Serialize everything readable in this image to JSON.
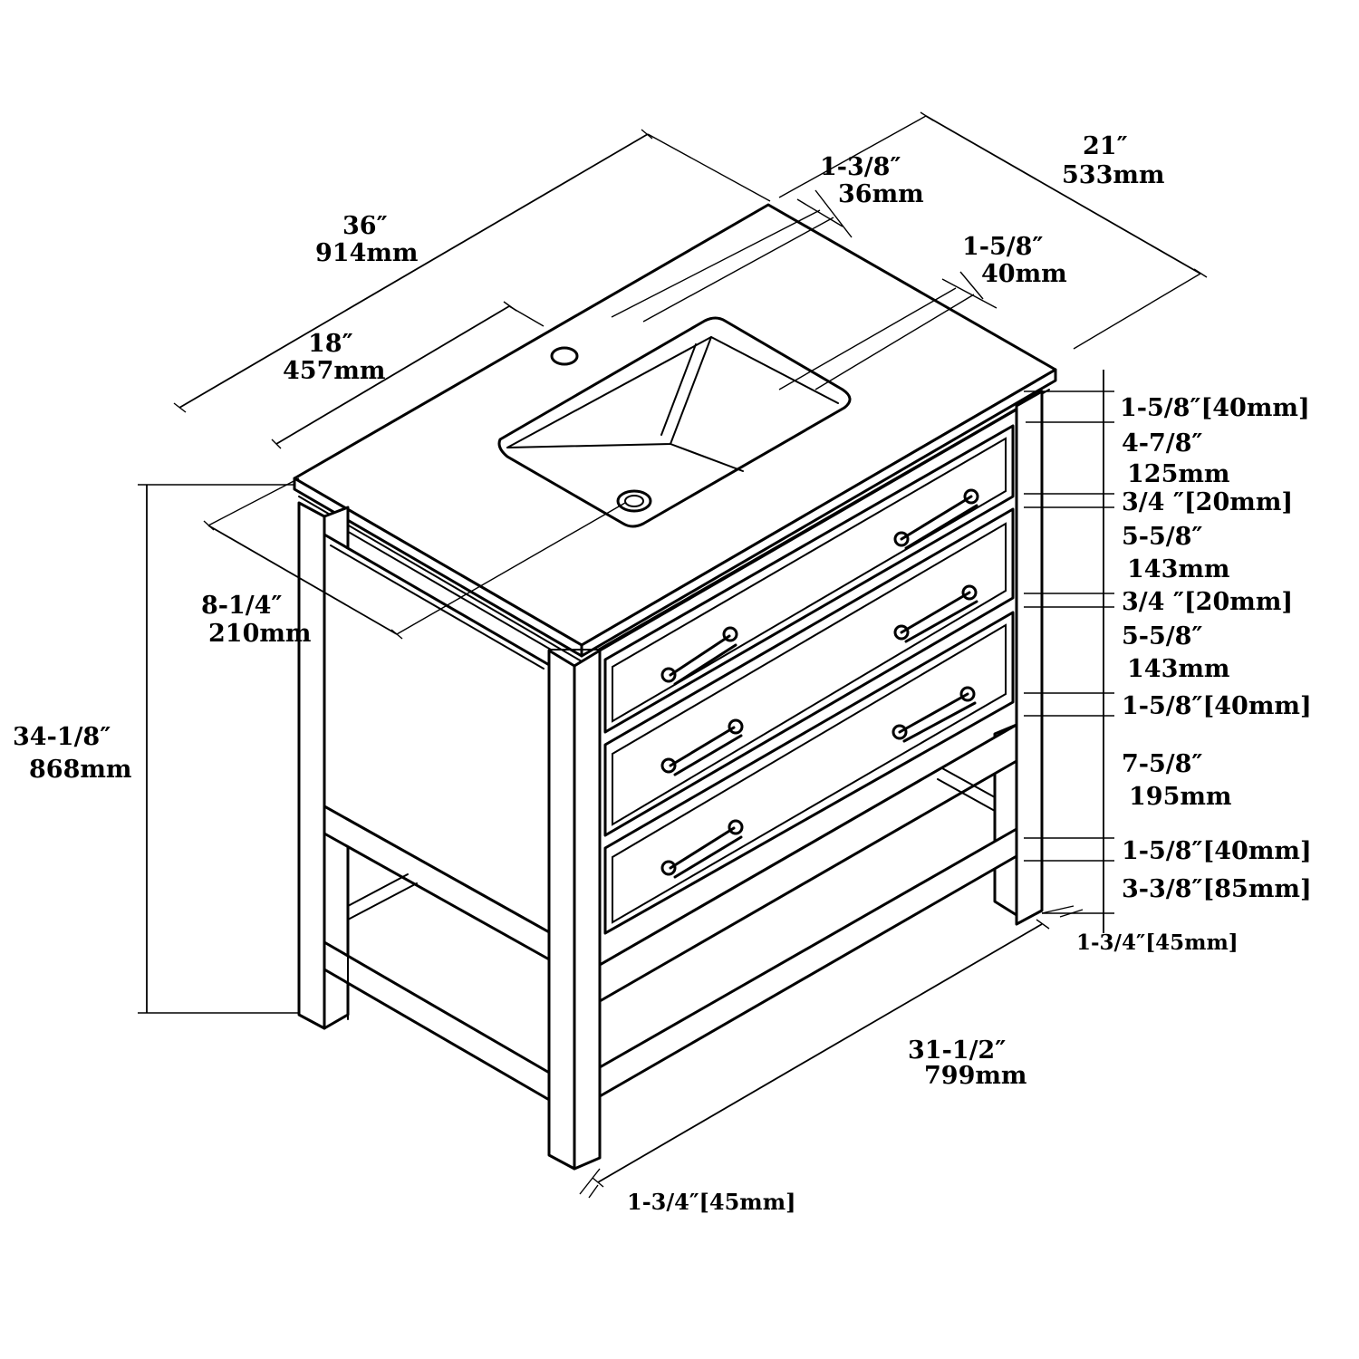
{
  "diagram": {
    "subject": "",
    "top_dimensions": {
      "width_in": "36″",
      "width_mm": "914mm",
      "depth_in": "21″",
      "depth_mm": "533mm",
      "faucet_center_in": "18″",
      "faucet_center_mm": "457mm",
      "faucet_offset_in": "1-3/8″",
      "faucet_offset_mm": "36mm",
      "edge_in": "1-5/8″",
      "edge_mm": "40mm",
      "drain_offset_in": "8-1/4″",
      "drain_offset_mm": "210mm"
    },
    "height": {
      "in": "34-1/8″",
      "mm": "868mm"
    },
    "vertical_stack": [
      {
        "id": "top",
        "text": "1-5/8″[40mm]"
      },
      {
        "id": "drawer1_in",
        "text": "4-7/8″"
      },
      {
        "id": "drawer1_mm",
        "text": "125mm"
      },
      {
        "id": "rail1",
        "text": "3/4 ″[20mm]"
      },
      {
        "id": "drawer2_in",
        "text": "5-5/8″"
      },
      {
        "id": "drawer2_mm",
        "text": "143mm"
      },
      {
        "id": "rail2",
        "text": "3/4 ″[20mm]"
      },
      {
        "id": "drawer3_in",
        "text": "5-5/8″"
      },
      {
        "id": "drawer3_mm",
        "text": "143mm"
      },
      {
        "id": "rail3",
        "text": "1-5/8″[40mm]"
      },
      {
        "id": "open_in",
        "text": "7-5/8″"
      },
      {
        "id": "open_mm",
        "text": "195mm"
      },
      {
        "id": "shelf",
        "text": "1-5/8″[40mm]"
      },
      {
        "id": "foot",
        "text": "3-3/8″[85mm]"
      }
    ],
    "base_dimensions": {
      "leg_side": "1-3/4″[45mm]",
      "leg_front": "1-3/4″[45mm]",
      "inner_width_in": "31-1/2″",
      "inner_width_mm": "799mm"
    }
  }
}
